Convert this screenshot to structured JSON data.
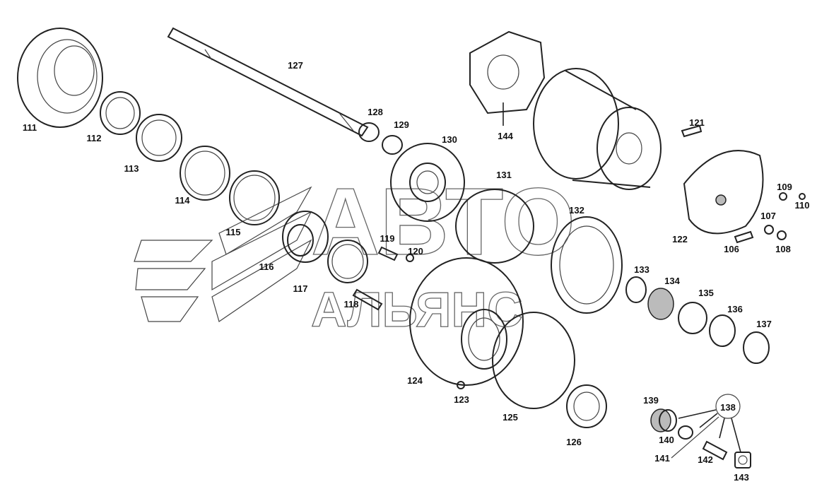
{
  "diagram": {
    "watermark": {
      "line1": "АВТО",
      "line2": "АЛЬЯНС"
    },
    "labels": {
      "l106": "106",
      "l107": "107",
      "l108": "108",
      "l109": "109",
      "l110": "110",
      "l111": "111",
      "l112": "112",
      "l113": "113",
      "l114": "114",
      "l115": "115",
      "l116": "116",
      "l117": "117",
      "l118": "118",
      "l119": "119",
      "l120": "120",
      "l121": "121",
      "l122": "122",
      "l123": "123",
      "l124": "124",
      "l125": "125",
      "l126": "126",
      "l127": "127",
      "l128": "128",
      "l129": "129",
      "l130": "130",
      "l131": "131",
      "l132": "132",
      "l133": "133",
      "l134": "134",
      "l135": "135",
      "l136": "136",
      "l137": "137",
      "l138": "138",
      "l139": "139",
      "l140": "140",
      "l141": "141",
      "l142": "142",
      "l143": "143",
      "l144": "144"
    }
  }
}
